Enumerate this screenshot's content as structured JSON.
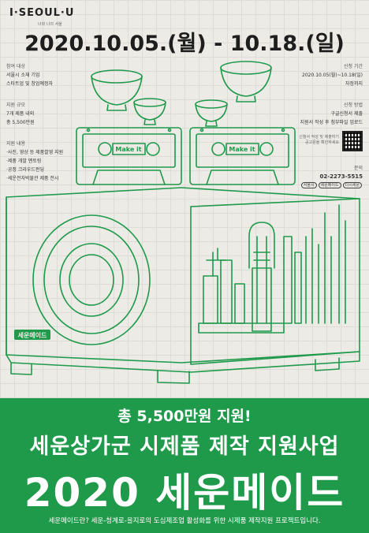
{
  "header": {
    "logo": "I·SEOUL·U",
    "logo_sub": "너와 나의 서울",
    "dates": "2020.10.05.(월) - 10.18.(일)"
  },
  "left_col": {
    "target_h": "참여 대상",
    "target_1": "서울시 소재 기업",
    "target_2": "스타트업 및 창업예정자",
    "scale_h": "지원 규모",
    "scale_1": "7개 제품 내외",
    "scale_2": "총 5,500만원",
    "content_h": "지원 내용",
    "content_1": "·사진, 영상 등 제품촬영 지원",
    "content_2": "·제품 개발 멘토링",
    "content_3": "·공정 크라우드펀딩",
    "content_4": "·세운전자박물관 제품 전시"
  },
  "right_col": {
    "period_h": "신청 기간",
    "period_1": "2020.10.05(월)~10.18(일)",
    "period_2": "자정까지",
    "method_h": "신청 방법",
    "method_1": "구글신청서 제출",
    "method_2": "지원서 작성 후 첨부파일 업로드",
    "qr_note_1": "신청서 작성 및 제출하기",
    "qr_note_2": "공고문을 확인하세요",
    "contact_h": "문의",
    "phone": "02-2273-5515",
    "org_1": "서울시",
    "org_2": "세운메이드",
    "org_3": "다시세운"
  },
  "illustration": {
    "tape_label": "Make it",
    "brand_plate": "세운메이드"
  },
  "band": {
    "line1": "총 5,500만원 지원!",
    "line2": "세운상가군 시제품 제작 지원사업",
    "line3": "2020 세운메이드",
    "line4": "세운메이드란? 세운-청계로-을지로의 도심제조업 활성화를 위한 시제품 제작지원 프로젝트입니다."
  },
  "colors": {
    "green": "#1f9a4b",
    "background": "#ecebe6"
  }
}
